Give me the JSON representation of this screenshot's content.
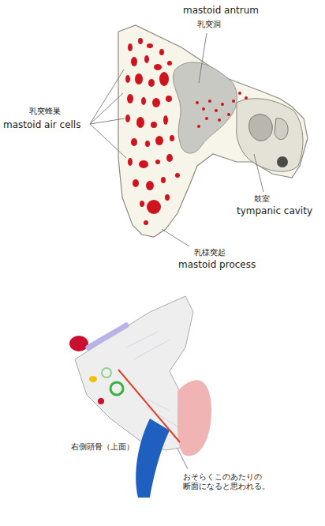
{
  "diagram": {
    "labels": [
      "mastoid antrum",
      "乳突洞",
      "乳突蜂巣",
      "mastoid air cells",
      "鼓室",
      "tympanic cavity",
      "乳様突起",
      "mastoid process",
      "右側頭骨（上面）",
      "おそらくこのあたりの 断面になると思われる。"
    ]
  }
}
